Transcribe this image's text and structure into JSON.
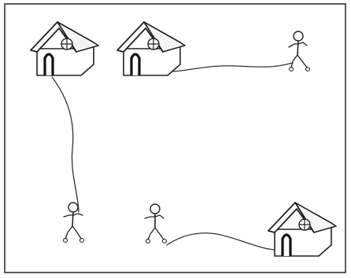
{
  "houses": [
    {
      "id": "house-1",
      "fill": "#ffffff"
    },
    {
      "id": "house-2",
      "fill": "#ffffff"
    },
    {
      "id": "house-3",
      "fill": "#ffffff"
    }
  ],
  "people": [
    {
      "id": "person-1"
    },
    {
      "id": "person-2"
    },
    {
      "id": "person-3"
    }
  ],
  "connections": [
    {
      "from": "house-1",
      "to": "person-2"
    },
    {
      "from": "house-2",
      "to": "person-1"
    },
    {
      "from": "person-3",
      "to": "house-3"
    }
  ],
  "colors": {
    "ink": "#222222",
    "frame": "#333333",
    "background": "#ffffff"
  }
}
